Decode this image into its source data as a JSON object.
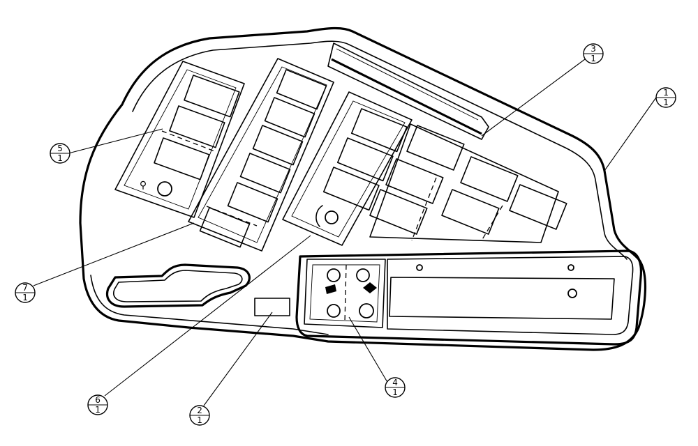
{
  "balloons": [
    {
      "item": "1",
      "qty": "1"
    },
    {
      "item": "2",
      "qty": "1"
    },
    {
      "item": "3",
      "qty": "1"
    },
    {
      "item": "4",
      "qty": "1"
    },
    {
      "item": "5",
      "qty": "1"
    },
    {
      "item": "6",
      "qty": "1"
    },
    {
      "item": "7",
      "qty": "1"
    }
  ],
  "colors": {
    "line": "#000000",
    "background": "#ffffff"
  }
}
